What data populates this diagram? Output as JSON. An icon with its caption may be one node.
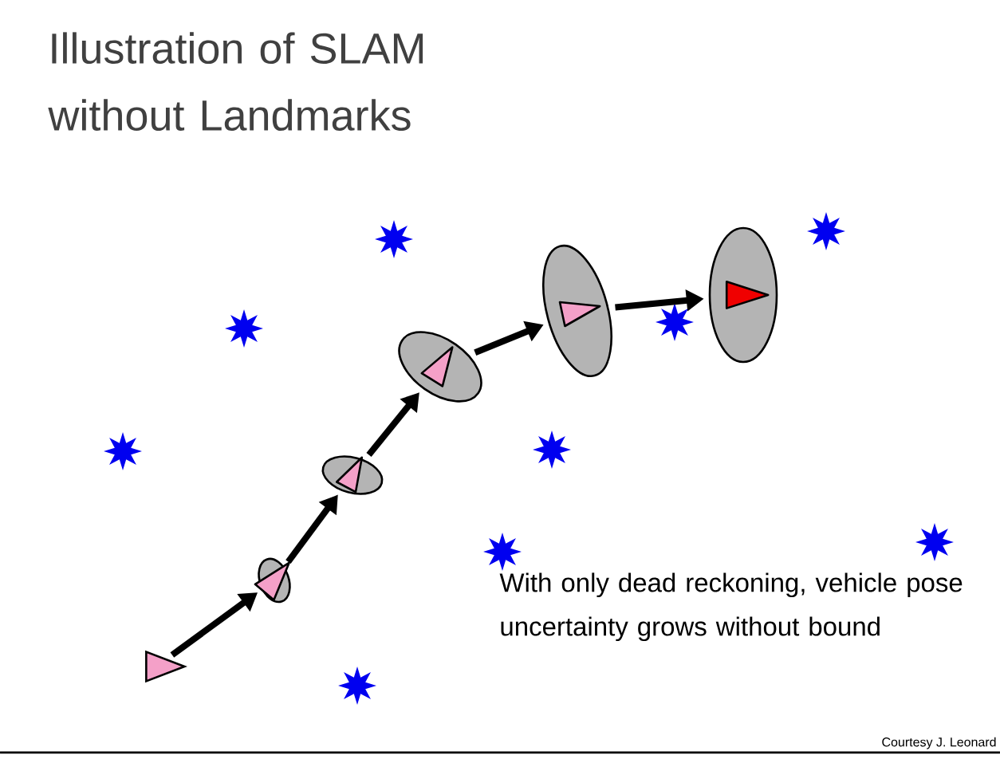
{
  "diagram": {
    "title": "Illustration of SLAM without Landmarks",
    "nodes": [
      {
        "text": [],
        "shape": "triangle"
      },
      {
        "text": [],
        "shape": "ellipse"
      },
      {
        "text": [],
        "shape": "ellipse"
      },
      {
        "text": [],
        "shape": "ellipse"
      },
      {
        "text": [],
        "shape": "ellipse"
      },
      {
        "text": [],
        "shape": "ellipse"
      }
    ],
    "edges": [
      {
        "from": 0,
        "to": 1,
        "arrow": "to"
      },
      {
        "from": 1,
        "to": 2,
        "arrow": "to"
      },
      {
        "from": 2,
        "to": 3,
        "arrow": "to"
      },
      {
        "from": 3,
        "to": 4,
        "arrow": "to"
      },
      {
        "from": 4,
        "to": 5,
        "arrow": "to"
      }
    ],
    "labels": [
      "With only dead reckoning, vehicle pose uncertainty grows without bound",
      "Courtesy J. Leonard"
    ]
  }
}
